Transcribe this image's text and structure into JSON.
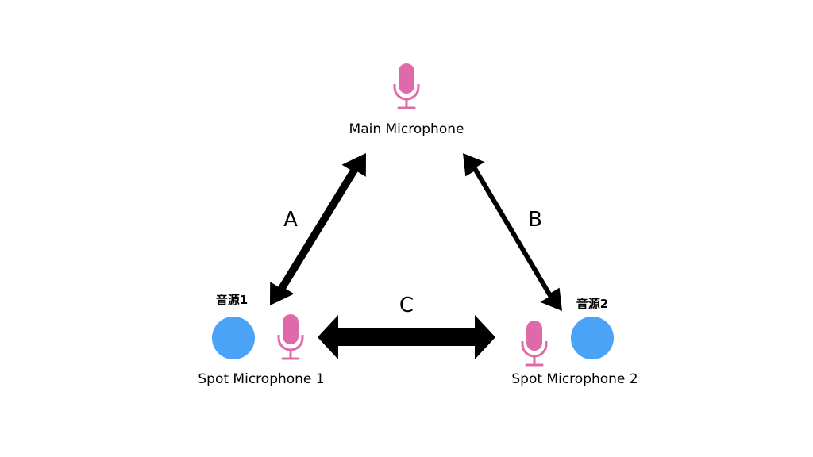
{
  "colors": {
    "microphone": "#e06aa9",
    "source": "#4aa3f7",
    "arrow": "#000000",
    "background": "#ffffff"
  },
  "nodes": {
    "main_mic": {
      "label": "Main Microphone",
      "icon": "microphone-icon"
    },
    "spot_mic_1": {
      "label": "Spot Microphone 1",
      "icon": "microphone-icon"
    },
    "spot_mic_2": {
      "label": "Spot Microphone 2",
      "icon": "microphone-icon"
    },
    "source_1": {
      "label": "音源1",
      "icon": "circle-source"
    },
    "source_2": {
      "label": "音源2",
      "icon": "circle-source"
    }
  },
  "connections": [
    {
      "label": "A",
      "from": "spot_mic_1",
      "to": "main_mic",
      "direction": "bidirectional"
    },
    {
      "label": "B",
      "from": "spot_mic_2",
      "to": "main_mic",
      "direction": "bidirectional"
    },
    {
      "label": "C",
      "from": "spot_mic_1",
      "to": "spot_mic_2",
      "direction": "bidirectional"
    }
  ]
}
